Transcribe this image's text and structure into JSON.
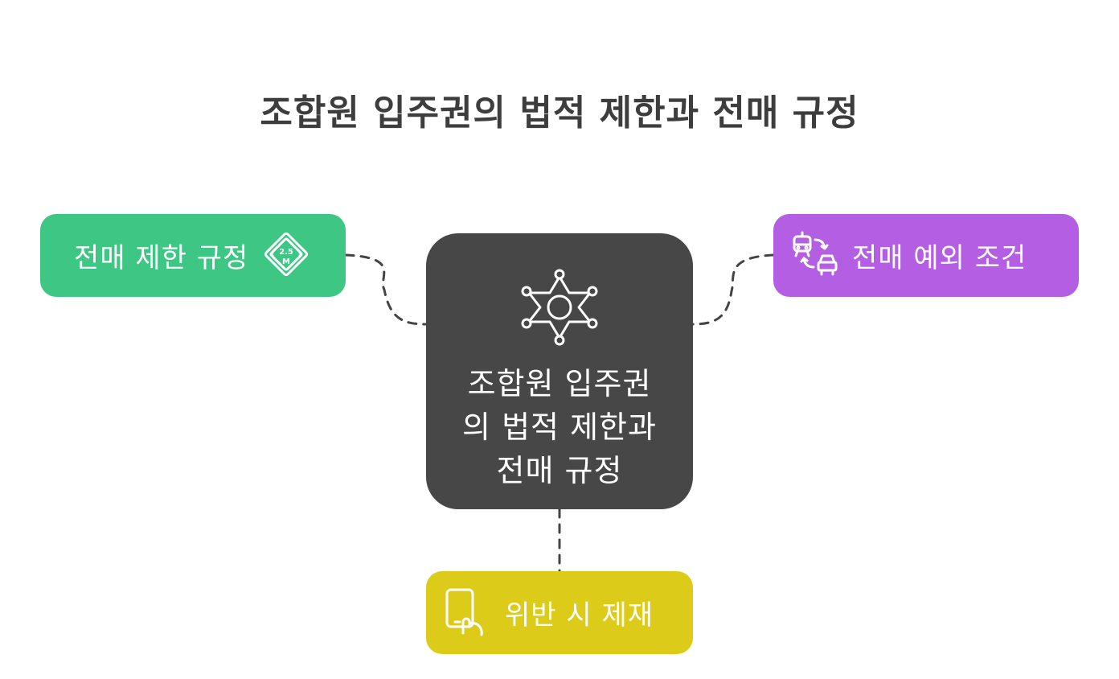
{
  "diagram": {
    "title": "조합원 입주권의 법적 제한과 전매 규정",
    "center": {
      "label": "조합원 입주권의 법적 제한과 전매 규정",
      "icon": "sheriff-badge-icon"
    },
    "nodes": [
      {
        "id": "restriction",
        "label": "전매 제한 규정",
        "icon": "road-sign-icon",
        "color": "#3ec685"
      },
      {
        "id": "exception",
        "label": "전매 예외 조건",
        "icon": "vehicle-exchange-icon",
        "color": "#b45fe3"
      },
      {
        "id": "sanction",
        "label": "위반 시 제재",
        "icon": "tablet-hand-icon",
        "color": "#dccb18"
      }
    ],
    "center_color": "#474747",
    "connector_style": "dashed"
  }
}
